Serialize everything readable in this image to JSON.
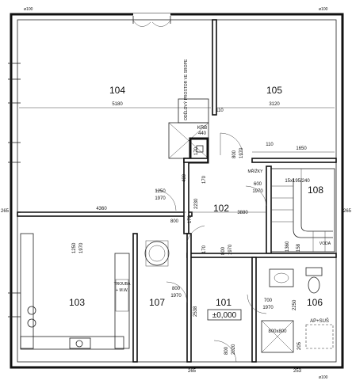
{
  "rooms": {
    "r104": "104",
    "r105": "105",
    "r108": "108",
    "r102": "102",
    "r103": "103",
    "r107": "107",
    "r101": "101",
    "r106": "106"
  },
  "level_mark": "±0,000",
  "top_marks": {
    "left": "ø100",
    "right": "ø100",
    "bottom_right": "ø100"
  },
  "dims": {
    "d5180": "5180",
    "d3120": "3120",
    "d110a": "110",
    "d1650": "1650",
    "d110b": "110",
    "d440": "440",
    "krb": "KRB",
    "d1250": "1250",
    "d1970a": "1970",
    "d4360": "4360",
    "d800a": "800",
    "d3880": "3880",
    "d600": "600",
    "d1970b": "1970",
    "stairs": "15x195/240",
    "mrizky": "MŘÍŽKY",
    "d265l": "265",
    "d265r": "265",
    "d265b": "265",
    "d253": "253",
    "d700": "700",
    "d1970c": "1970",
    "d800b": "800",
    "d1970d": "1970",
    "sprcha": "800x800",
    "ap_sus": "AP+SUŠ",
    "trouba": "TROUBA",
    "mw": "+ M.W.",
    "voda": "VODA",
    "komin": "ODĚLOVÝ PROSTOR VE SROPE"
  },
  "vdims": {
    "v170a": "170",
    "v800a": "800",
    "v1970a": "1970",
    "v400": "400",
    "v170b": "170",
    "v2230": "2230",
    "v170c": "170",
    "v1250": "1250",
    "v1970b": "1970",
    "v800c": "800",
    "v1970c": "1970",
    "v170d": "170",
    "v1360": "1360",
    "v158": "158",
    "v2250": "2250",
    "v2538": "2538",
    "v800d": "800",
    "v2020": "2020",
    "v205": "205"
  }
}
